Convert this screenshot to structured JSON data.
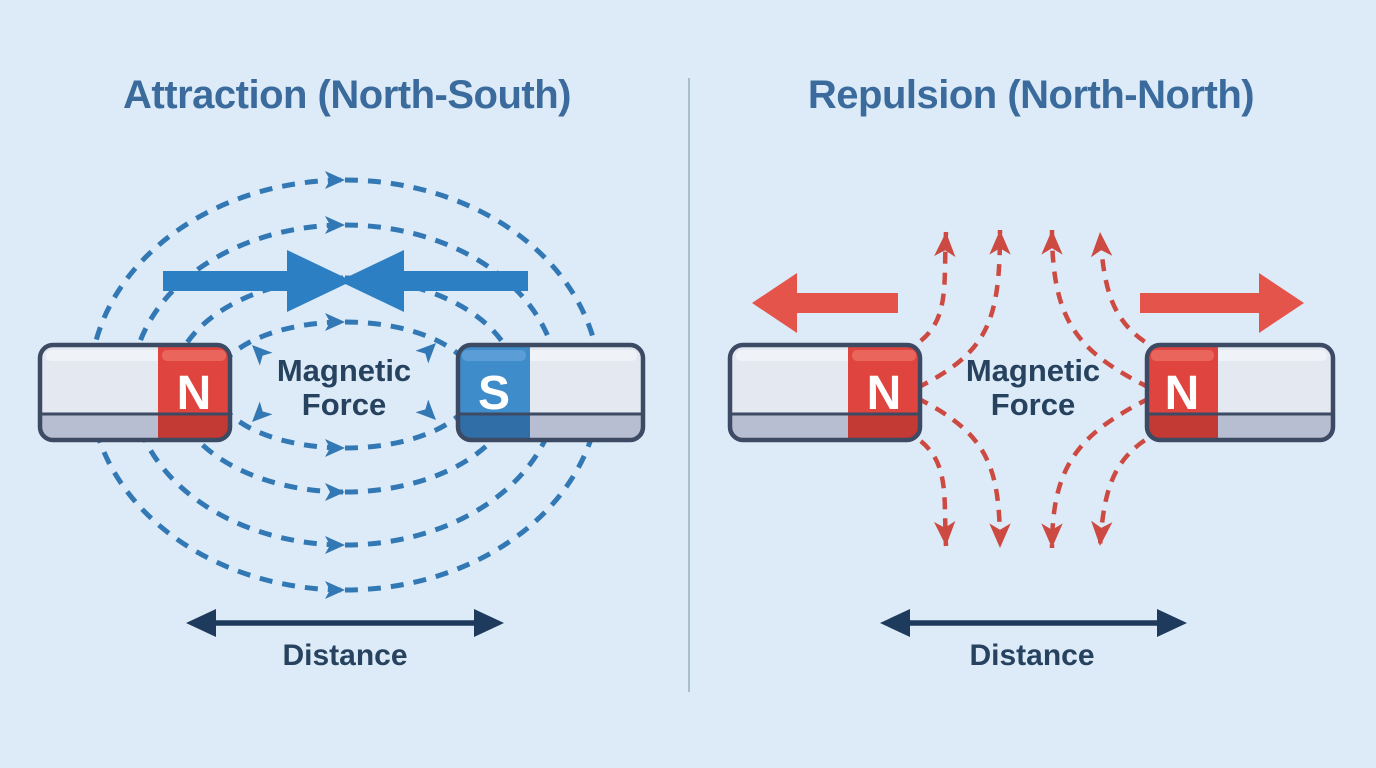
{
  "colors": {
    "background": "#dcebf7",
    "divider": "#a9bfca",
    "title_blue": "#3a6b9c",
    "navy_text": "#26425f",
    "field_blue": "#3278b5",
    "force_blue": "#2d7fc3",
    "field_red": "#cd4a42",
    "force_red": "#e5544a",
    "distance_arrow": "#1e3a5c",
    "magnet_outline": "#3d4a63",
    "magnet_body": "#e4e8f1",
    "magnet_body_shade": "#b8bed1",
    "magnet_body_highlight": "#f1f3f8",
    "pole_north_red": "#e0443e",
    "pole_north_red_shade": "#c23a33",
    "pole_north_red_highlight": "#eb6a61",
    "pole_south_blue": "#3f8ccb",
    "pole_south_blue_shade": "#2f6ea7",
    "pole_south_blue_highlight": "#5ea0d8",
    "pole_letter": "#ffffff"
  },
  "panels": {
    "attraction": {
      "title": "Attraction (North-South)",
      "left_magnet_pole": "N",
      "right_magnet_pole": "S",
      "force_label_line1": "Magnetic",
      "force_label_line2": "Force",
      "distance_label": "Distance"
    },
    "repulsion": {
      "title": "Repulsion (North-North)",
      "left_magnet_pole": "N",
      "right_magnet_pole": "N",
      "force_label_line1": "Magnetic",
      "force_label_line2": "Force",
      "distance_label": "Distance"
    }
  }
}
